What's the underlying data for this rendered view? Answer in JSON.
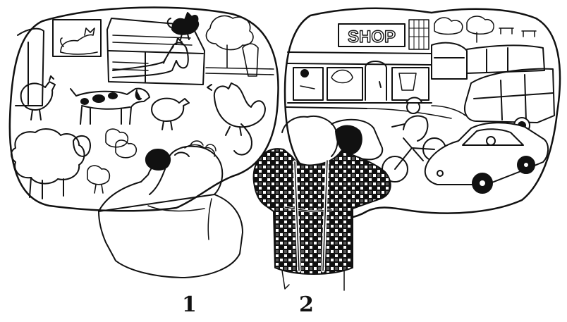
{
  "illustration": {
    "panels": [
      {
        "number": "1",
        "scene": "farm"
      },
      {
        "number": "2",
        "scene": "town"
      }
    ],
    "shop_sign": "SHOP"
  },
  "colors": {
    "ink": "#111111",
    "paper": "#ffffff"
  }
}
